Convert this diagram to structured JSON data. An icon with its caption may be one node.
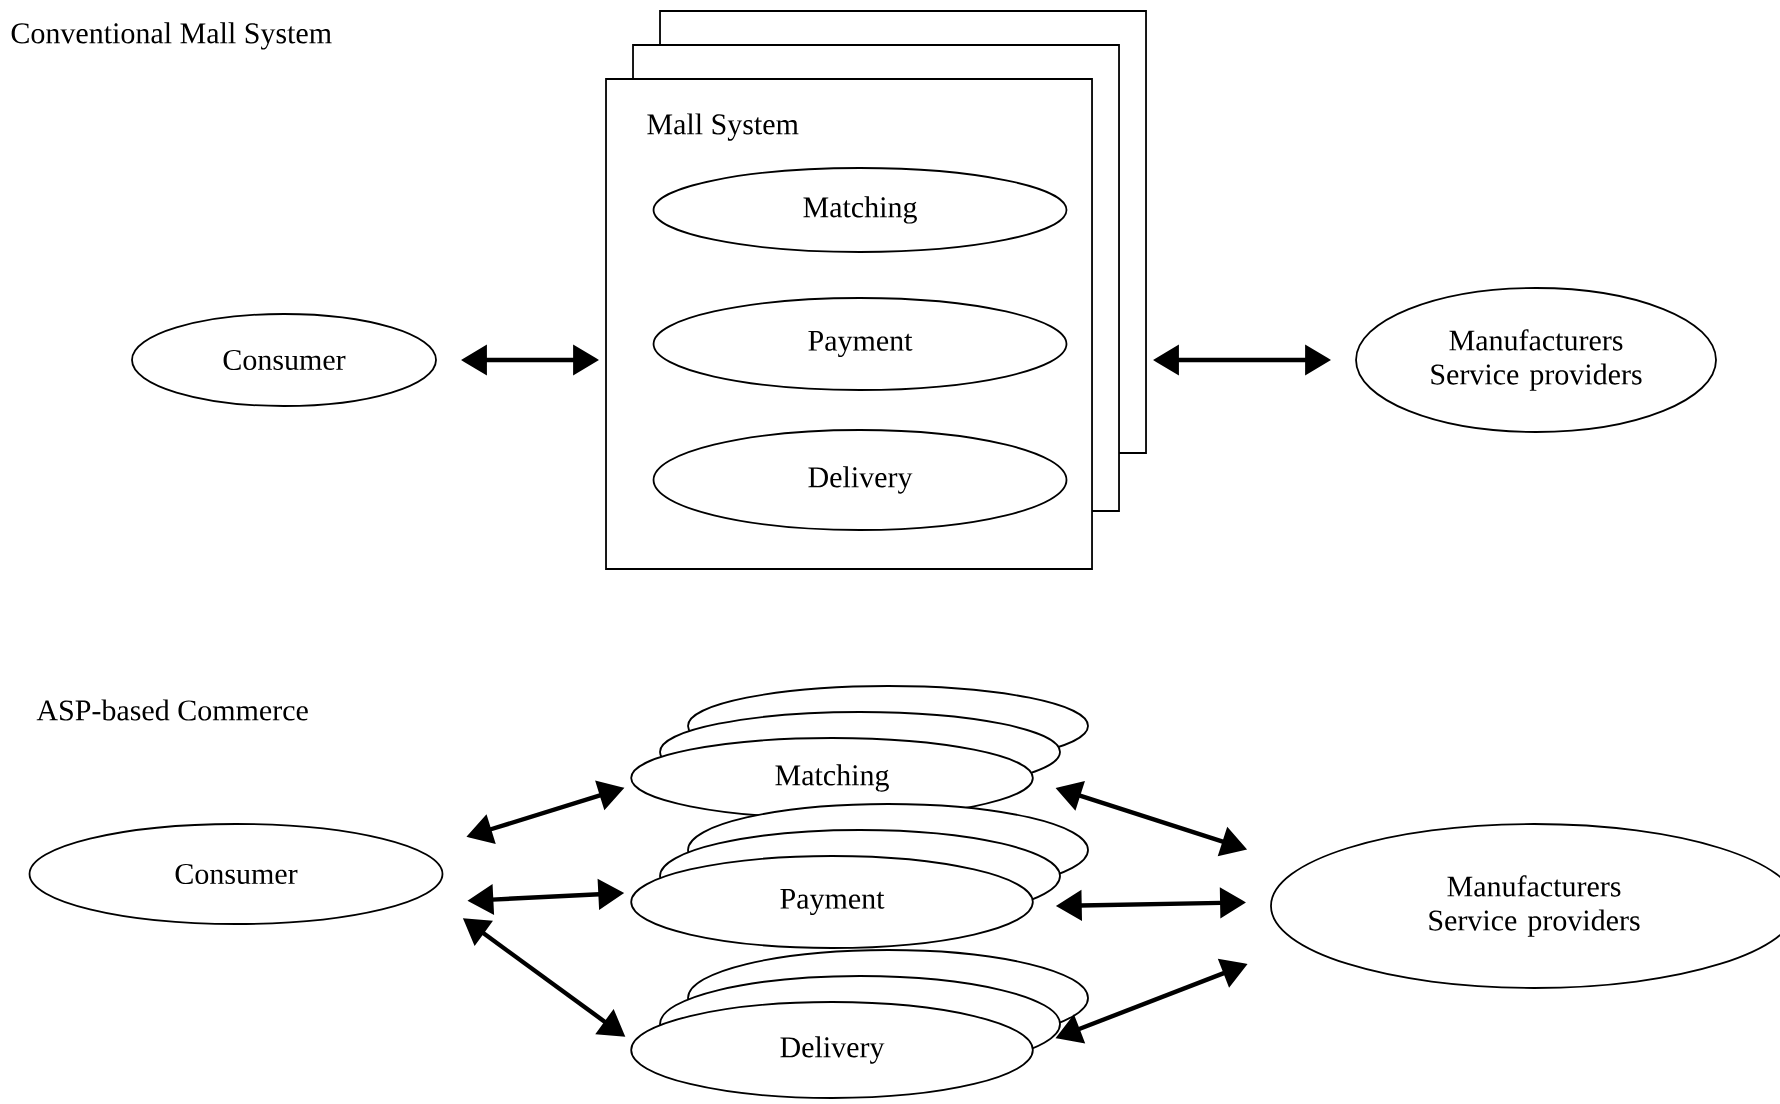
{
  "diagram": {
    "nodes": [
      {
        "text": [
          "Consumer"
        ]
      },
      {
        "text": [
          "Mall System"
        ]
      },
      {
        "text": [
          "Matching"
        ],
        "in": 1
      },
      {
        "text": [
          "Payment"
        ],
        "in": 1
      },
      {
        "text": [
          "Delivery"
        ],
        "in": 1
      },
      {
        "text": [
          "Manufacturers Service providers"
        ]
      },
      {
        "text": [
          "Consumer"
        ]
      },
      {
        "text": [
          "Matching"
        ]
      },
      {
        "text": [
          "Payment"
        ]
      },
      {
        "text": [
          "Delivery"
        ]
      },
      {
        "text": [
          "Manufacturers Service providers"
        ]
      }
    ],
    "edges": [
      {
        "from": 0,
        "to": 1,
        "arrow": "both"
      },
      {
        "from": 1,
        "to": 5,
        "arrow": "both"
      },
      {
        "from": 6,
        "to": 7,
        "arrow": "both"
      },
      {
        "from": 6,
        "to": 8,
        "arrow": "both"
      },
      {
        "from": 6,
        "to": 9,
        "arrow": "both"
      },
      {
        "from": 7,
        "to": 10,
        "arrow": "both"
      },
      {
        "from": 8,
        "to": 10,
        "arrow": "both"
      },
      {
        "from": 9,
        "to": 10,
        "arrow": "both"
      }
    ],
    "labels": [
      "Conventional Mall System",
      "ASP-based Commerce"
    ]
  }
}
